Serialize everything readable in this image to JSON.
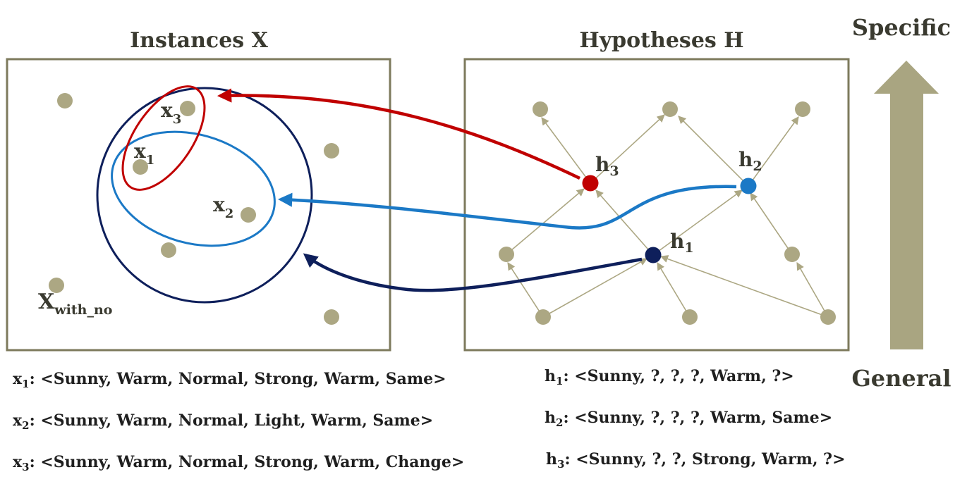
{
  "instances_title": "Instances X",
  "hypotheses_title": "Hypotheses H",
  "axis": {
    "top_label": "Specific",
    "bottom_label": "General"
  },
  "instance_labels": {
    "x1": {
      "base": "x",
      "sub": "1"
    },
    "x2": {
      "base": "x",
      "sub": "2"
    },
    "x3": {
      "base": "x",
      "sub": "3"
    },
    "x_with_no": {
      "base": "X",
      "sub": "with_no"
    }
  },
  "hypothesis_labels": {
    "h1": {
      "base": "h",
      "sub": "1"
    },
    "h2": {
      "base": "h",
      "sub": "2"
    },
    "h3": {
      "base": "h",
      "sub": "3"
    }
  },
  "instance_definitions": [
    {
      "name": "x",
      "sub": "1",
      "value": ": <Sunny, Warm, Normal, Strong, Warm, Same>"
    },
    {
      "name": "x",
      "sub": "2",
      "value": ": <Sunny, Warm, Normal, Light, Warm, Same>"
    },
    {
      "name": "x",
      "sub": "3",
      "value": ": <Sunny, Warm, Normal, Strong, Warm, Change>"
    }
  ],
  "hypothesis_definitions": [
    {
      "name": "h",
      "sub": "1",
      "value": ": <Sunny, ?, ?, ?, Warm, ?>"
    },
    {
      "name": "h",
      "sub": "2",
      "value": ": <Sunny, ?, ?, ?, Warm, Same>"
    },
    {
      "name": "h",
      "sub": "3",
      "value": ": <Sunny, ?, ?, Strong, Warm, ?>"
    }
  ],
  "colors": {
    "node": "#aca783",
    "frame": "#7d7a5c",
    "h1": "#0e1f5b",
    "h2": "#1b79c6",
    "h3": "#c00000",
    "axis_arrow": "#a9a581"
  }
}
